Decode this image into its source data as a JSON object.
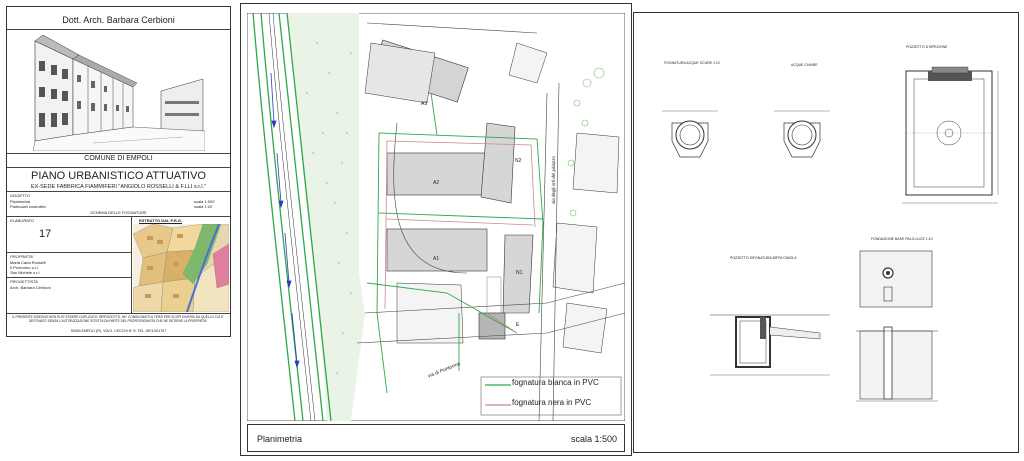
{
  "title_sheet": {
    "architect": "Dott. Arch. Barbara Cerbioni",
    "municipality": "COMUNE DI  EMPOLI",
    "plan_title": "PIANO URBANISTICO ATTUATIVO",
    "plan_subtitle": "EX-SEDE FABBRICA FIAMMIFERI \"ANGIOLO ROSSELLI & F.LLI s.r.l.\"",
    "oggetto_label": "OGGETTO",
    "oggetto_line1": "Planimetria",
    "oggetto_line2": "Particolari costruttivi",
    "scale1": "scala 1:500",
    "scale2": "scala 1:20",
    "schema": "SCHEMA DELLE FOGNATURE",
    "elaborato_label": "ELABORATO",
    "elaborato_number": "17",
    "extract_label": "ESTRATTO DAL P.R.G.",
    "proprieta_label": "PROPRIETA'",
    "proprieta_line1": "Maria Carla Rosselli",
    "proprieta_line2": "Il Pontormo s.r.l.",
    "proprieta_line3": "San Michele s.r.l.",
    "progettista_label": "PROGETTISTA",
    "progettista_name": "Arch. Barbara Cerbioni",
    "notice": "IL PRESENTE DISEGNO NON PUO' ESSERE DUPLICATO, RIPRODOTTO, NE' CONSEGNATO A TERZI PER SCOPI DIVERSI DA QUELLO CUI E' DESTINATO SENZA L'AUTORIZZAZIONE SCRITTA DA PARTE DEL PROFESSIONISTA CHE NE DETIENE LA PROPRIETA'",
    "footer": "50053 EMPOLI (FI), VIA G. CECCHI N° 8, TEL. 0571/921767"
  },
  "plan_sheet": {
    "buildings": [
      "A3",
      "A2",
      "A1",
      "N2",
      "N1",
      "E"
    ],
    "street_label": "via di Pontorme",
    "vertical_street_label": "via degli orti del palazzo",
    "legend": [
      {
        "label": "fognatura bianca in PVC",
        "color": "#2ea84a"
      },
      {
        "label": "fognatura nera in PVC",
        "color": "#c48a8a"
      }
    ],
    "footer_title": "Planimetria",
    "footer_scale": "scala 1:500"
  },
  "details_sheet": {
    "labels": {
      "pipe1": "FOGNATURA ACQUE SCURE 1:10",
      "pipe2": "ACQUE CHIARE",
      "manhole": "POZZETTO D'ISPEZIONE",
      "sifone": "POZZETTO SIFONATURA BIFFA CIMOLA",
      "foundation": "FONDAZIONE BASE PALO-LUCE  1:10"
    }
  },
  "colors": {
    "green": "#2ea84a",
    "pink": "#c48a8a",
    "blue": "#2a3bbd"
  }
}
